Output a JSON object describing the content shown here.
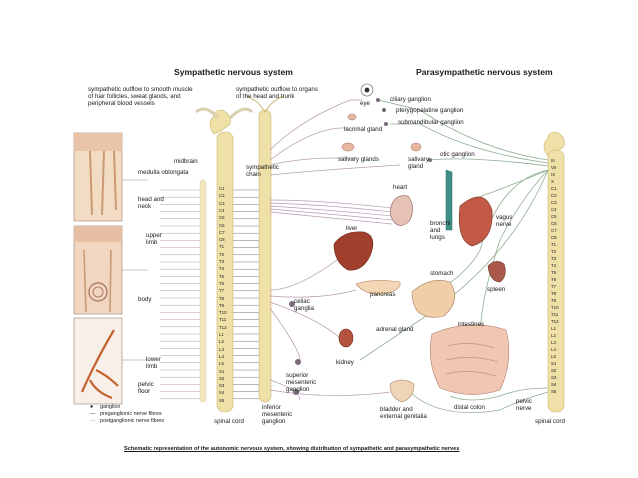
{
  "titles": {
    "sympathetic": "Sympathetic nervous system",
    "parasympathetic": "Parasympathetic nervous system"
  },
  "labels": {
    "outflow_smooth": "sympathetic outflow to smooth muscle\nof hair follicles, sweat glands, and\nperipheral blood vessels",
    "outflow_organs": "sympathetic outflow to organs\nof the head and trunk",
    "eye": "eye",
    "ciliary": "ciliary ganglion",
    "pterygopalatine": "pterygopalatine ganglion",
    "submandibular": "submandibular ganglion",
    "lacrimal": "lacrimal gland",
    "midbrain": "midbrain",
    "medulla": "medulla oblongata",
    "sympathetic_chain": "sympathetic\nchain",
    "salivary_glands": "salivary glands",
    "salivary_gland": "salivary\ngland",
    "otic": "otic ganglion",
    "heart": "heart",
    "head_neck": "head and\nneck",
    "upper_limb": "upper\nlimb",
    "bronchi": "bronchi\nand\nlungs",
    "vagus": "vagus\nnerve",
    "liver": "liver",
    "body": "body",
    "stomach": "stomach",
    "pancreas": "pancreas",
    "spleen": "spleen",
    "celiac": "celiac\nganglia",
    "adrenal": "adrenal gland",
    "intestines": "intestines",
    "kidney": "kidney",
    "lower_limb": "lower\nlimb",
    "pelvic_floor": "pelvic\nfloor",
    "superior_mesenteric": "superior\nmesenteric\nganglion",
    "inferior_mesenteric": "inferior\nmesenteric\nganglion",
    "bladder": "bladder and\nexternal genitalia",
    "distal_colon": "distal colon",
    "pelvic_nerve": "pelvic\nnerve",
    "spinal_cord_left": "spinal cord",
    "spinal_cord_right": "spinal cord"
  },
  "legend": [
    {
      "symbol": "●",
      "text": "ganglion"
    },
    {
      "symbol": "—",
      "text": "preganglionic nerve fibres"
    },
    {
      "symbol": "···",
      "text": "postganglionic nerve fibres"
    }
  ],
  "caption": "Schematic representation of the autonomic nervous system, showing distribution of sympathetic and parasympathetic nerves",
  "segments": {
    "cervical": [
      "C1",
      "C2",
      "C3",
      "C4",
      "C5",
      "C6",
      "C7",
      "C8"
    ],
    "thoracic": [
      "T1",
      "T2",
      "T3",
      "T4",
      "T5",
      "T6",
      "T7",
      "T8",
      "T9",
      "T10",
      "T11",
      "T12"
    ],
    "lumbar": [
      "L1",
      "L2",
      "L3",
      "L4",
      "L5"
    ],
    "sacral": [
      "S1",
      "S2",
      "S3",
      "S4",
      "S5"
    ],
    "cranial": [
      "III",
      "VII",
      "IX",
      "X"
    ]
  },
  "colors": {
    "cord": "#efe0a8",
    "cord_edge": "#c9b66f",
    "pre_fiber": "#7a6b7a",
    "post_fiber": "#b79ab5",
    "para_fiber": "#8fae8f",
    "organ_red": "#b5533e",
    "organ_pink": "#e8b7a1",
    "organ_tan": "#f0cfa8"
  }
}
